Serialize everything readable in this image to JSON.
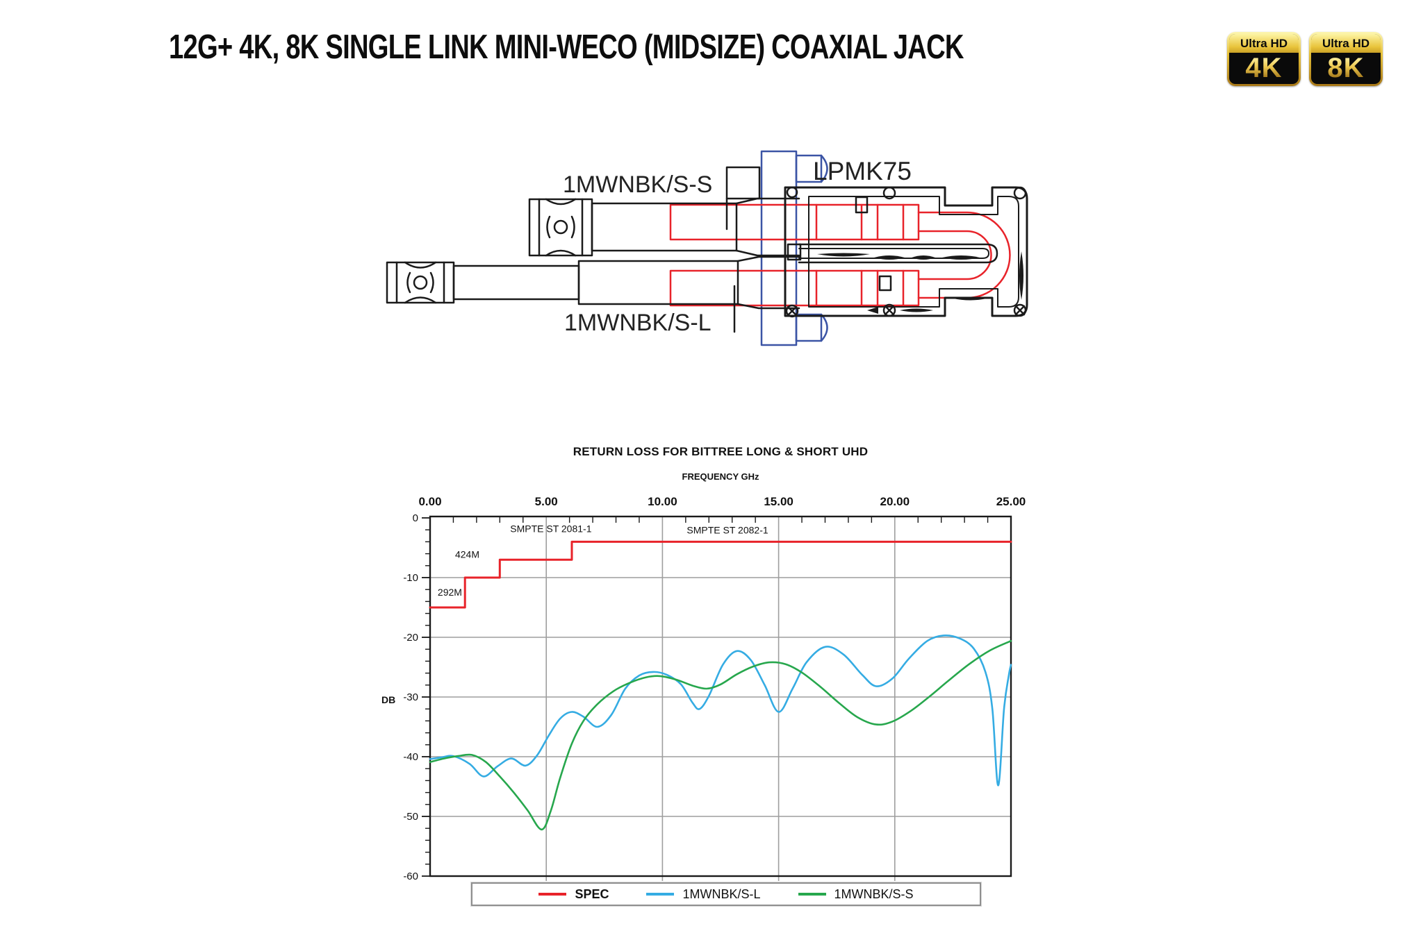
{
  "header": {
    "title": "12G+ 4K, 8K SINGLE LINK MINI-WECO (MIDSIZE) COAXIAL JACK",
    "badges": [
      {
        "top": "Ultra HD",
        "main": "4K"
      },
      {
        "top": "Ultra HD",
        "main": "8K"
      }
    ]
  },
  "diagram": {
    "labels": {
      "top_connector": "1MWNBK/S-S",
      "jack": "LPMK75",
      "bottom_connector": "1MWNBK/S-L"
    },
    "colors": {
      "outline": "#1a1a1a",
      "conductor_red": "#e8232a",
      "bulkhead_blue": "#3b54a5"
    }
  },
  "chart_data": {
    "type": "line",
    "title": "RETURN LOSS FOR BITTREE LONG & SHORT UHD",
    "xlabel": "FREQUENCY GHz",
    "ylabel": "DB",
    "xlim": [
      0,
      25
    ],
    "ylim": [
      -60,
      0
    ],
    "grid": true,
    "grid_color": "#9e9e9e",
    "axis_color": "#1a1a1a",
    "legend_position": "bottom",
    "x_ticks": [
      {
        "label": "0.00",
        "value": 0
      },
      {
        "label": "5.00",
        "value": 5
      },
      {
        "label": "10.00",
        "value": 10
      },
      {
        "label": "15.00",
        "value": 15
      },
      {
        "label": "20.00",
        "value": 20
      },
      {
        "label": "25.00",
        "value": 25
      }
    ],
    "y_ticks": [
      {
        "label": "0",
        "value": 0
      },
      {
        "label": "-10",
        "value": -10
      },
      {
        "label": "-20",
        "value": -20
      },
      {
        "label": "-30",
        "value": -30
      },
      {
        "label": "-40",
        "value": -40
      },
      {
        "label": "-50",
        "value": -50
      },
      {
        "label": "-60",
        "value": -60
      }
    ],
    "annotations": [
      {
        "text": "SMPTE ST 2081-1",
        "x": 5.2,
        "y": -2.4
      },
      {
        "text": "SMPTE ST 2082-1",
        "x": 12.8,
        "y": -2.6
      },
      {
        "text": "424M",
        "x": 1.6,
        "y": -6.7
      },
      {
        "text": "292M",
        "x": 0.85,
        "y": -13.0
      }
    ],
    "series": [
      {
        "name": "SPEC",
        "color": "#e8232a",
        "width": 3,
        "smooth": false,
        "points": [
          [
            0,
            -15
          ],
          [
            1.5,
            -15
          ],
          [
            1.5,
            -10
          ],
          [
            3,
            -10
          ],
          [
            3,
            -7
          ],
          [
            6.1,
            -7
          ],
          [
            6.1,
            -4
          ],
          [
            25,
            -4
          ]
        ]
      },
      {
        "name": "1MWNBK/S-L",
        "color": "#35ace3",
        "width": 2.6,
        "smooth": true,
        "points": [
          [
            0,
            -40.4
          ],
          [
            0.5,
            -40.1
          ],
          [
            1,
            -39.9
          ],
          [
            1.7,
            -41.2
          ],
          [
            2.3,
            -43.3
          ],
          [
            2.9,
            -41.6
          ],
          [
            3.5,
            -40.3
          ],
          [
            4.1,
            -41.5
          ],
          [
            4.6,
            -39.8
          ],
          [
            5.1,
            -36.5
          ],
          [
            5.6,
            -33.6
          ],
          [
            6.1,
            -32.5
          ],
          [
            6.6,
            -33.3
          ],
          [
            7.2,
            -35
          ],
          [
            7.8,
            -33
          ],
          [
            8.4,
            -28.6
          ],
          [
            9,
            -26.4
          ],
          [
            9.6,
            -25.8
          ],
          [
            10.2,
            -26.3
          ],
          [
            10.8,
            -27.9
          ],
          [
            11.3,
            -31
          ],
          [
            11.6,
            -32
          ],
          [
            12,
            -29.8
          ],
          [
            12.6,
            -24.6
          ],
          [
            13.2,
            -22.3
          ],
          [
            13.8,
            -23.8
          ],
          [
            14.4,
            -28
          ],
          [
            15,
            -32.5
          ],
          [
            15.6,
            -28.6
          ],
          [
            16.2,
            -24.2
          ],
          [
            17,
            -21.6
          ],
          [
            17.8,
            -22.9
          ],
          [
            18.6,
            -26.3
          ],
          [
            19.2,
            -28.2
          ],
          [
            19.9,
            -26.9
          ],
          [
            20.6,
            -23.6
          ],
          [
            21.4,
            -20.6
          ],
          [
            22.1,
            -19.7
          ],
          [
            22.8,
            -20.2
          ],
          [
            23.4,
            -21.9
          ],
          [
            23.9,
            -25.8
          ],
          [
            24.2,
            -32
          ],
          [
            24.45,
            -44.8
          ],
          [
            24.7,
            -32
          ],
          [
            24.9,
            -26.5
          ],
          [
            25,
            -24.6
          ]
        ]
      },
      {
        "name": "1MWNBK/S-S",
        "color": "#27a74d",
        "width": 2.6,
        "smooth": true,
        "points": [
          [
            0,
            -40.9
          ],
          [
            0.6,
            -40.3
          ],
          [
            1.2,
            -39.9
          ],
          [
            1.8,
            -39.7
          ],
          [
            2.4,
            -40.9
          ],
          [
            3,
            -43.3
          ],
          [
            3.6,
            -46
          ],
          [
            4.2,
            -49
          ],
          [
            4.8,
            -52.2
          ],
          [
            5.2,
            -49
          ],
          [
            5.6,
            -43.5
          ],
          [
            6.1,
            -37.8
          ],
          [
            6.6,
            -34
          ],
          [
            7.2,
            -31.2
          ],
          [
            7.9,
            -29
          ],
          [
            8.6,
            -27.6
          ],
          [
            9.3,
            -26.7
          ],
          [
            9.9,
            -26.5
          ],
          [
            10.6,
            -27.1
          ],
          [
            11.3,
            -28.1
          ],
          [
            11.9,
            -28.6
          ],
          [
            12.5,
            -27.9
          ],
          [
            13.2,
            -26.2
          ],
          [
            13.9,
            -24.9
          ],
          [
            14.6,
            -24.2
          ],
          [
            15.3,
            -24.5
          ],
          [
            16,
            -25.9
          ],
          [
            16.8,
            -28.3
          ],
          [
            17.6,
            -31
          ],
          [
            18.4,
            -33.4
          ],
          [
            19.2,
            -34.6
          ],
          [
            19.9,
            -34.1
          ],
          [
            20.7,
            -32.3
          ],
          [
            21.5,
            -29.9
          ],
          [
            22.3,
            -27.3
          ],
          [
            23.2,
            -24.5
          ],
          [
            24.1,
            -22.2
          ],
          [
            25,
            -20.6
          ]
        ]
      }
    ]
  }
}
